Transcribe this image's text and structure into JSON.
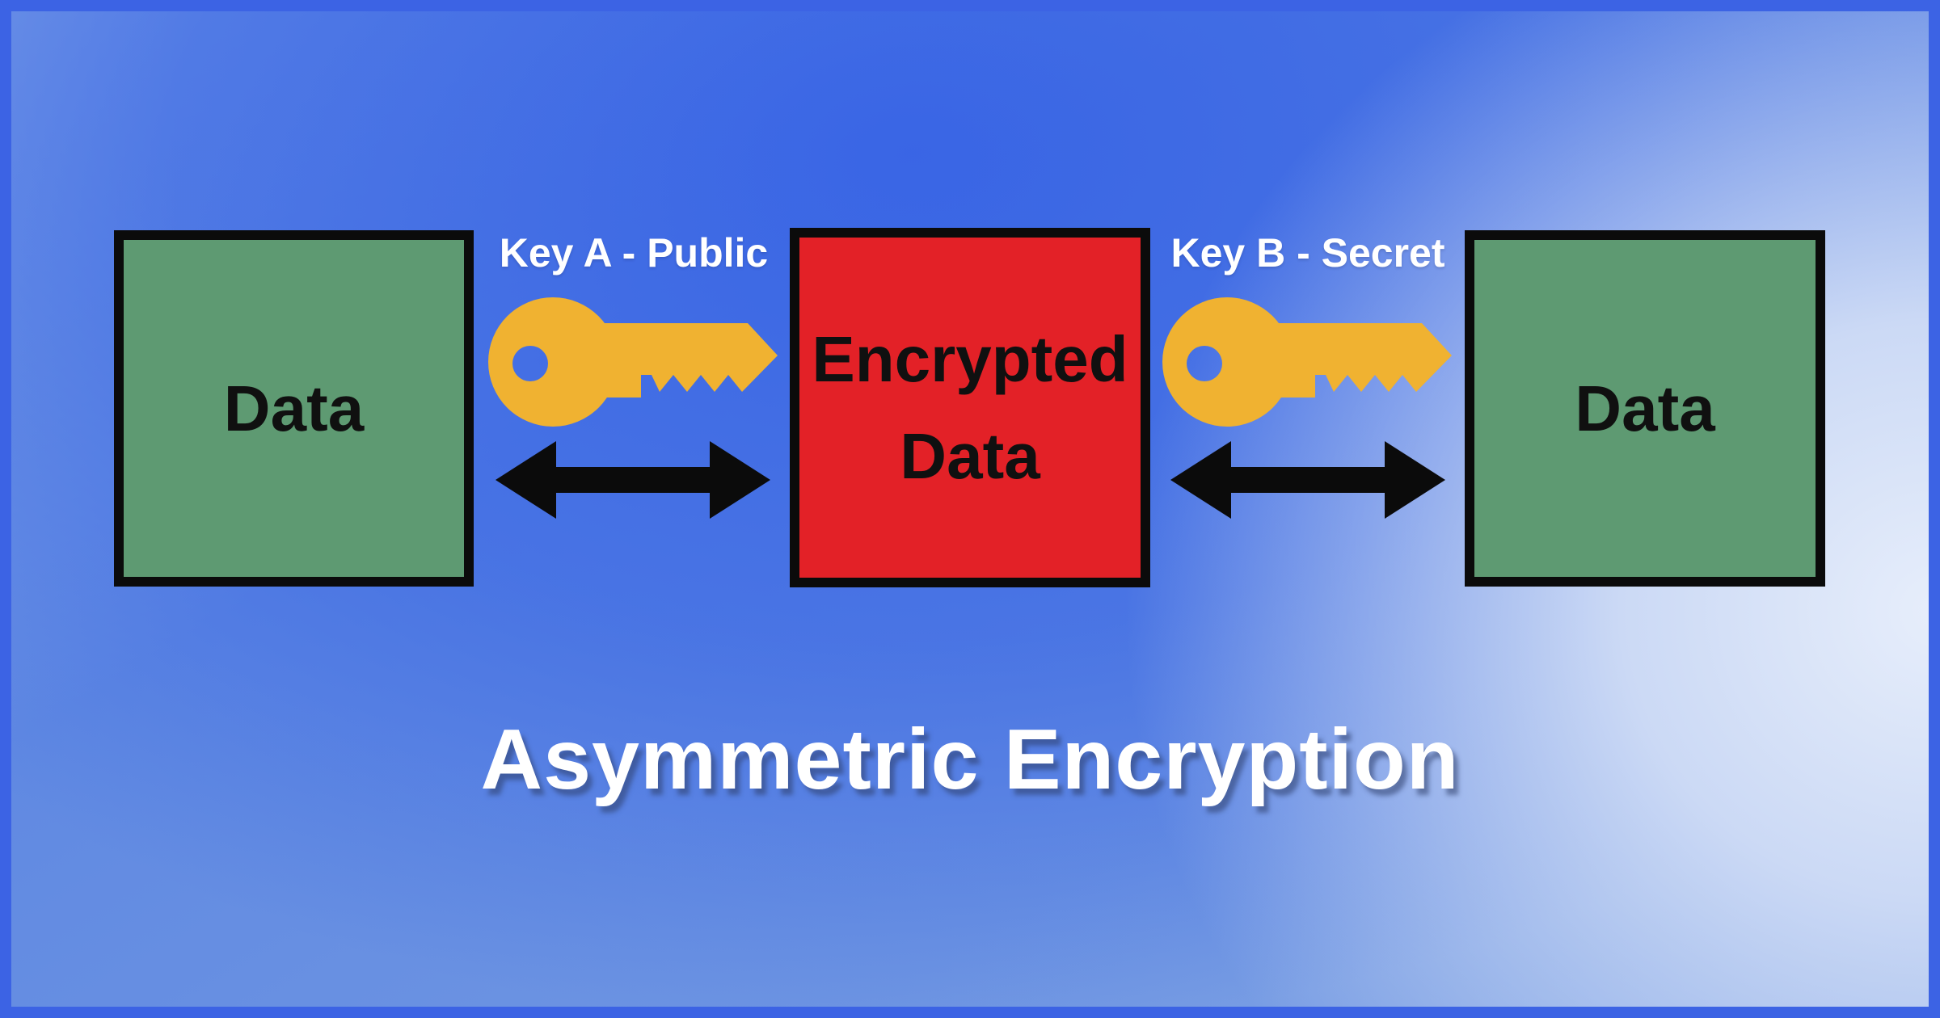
{
  "diagram": {
    "title": "Asymmetric Encryption",
    "boxes": [
      {
        "id": "data-left",
        "label": "Data",
        "fill": "#5E9A72"
      },
      {
        "id": "encrypted-data",
        "label": "Encrypted Data",
        "fill": "#E32127"
      },
      {
        "id": "data-right",
        "label": "Data",
        "fill": "#5E9A72"
      }
    ],
    "key_labels": [
      {
        "id": "key-a",
        "label": "Key A - Public"
      },
      {
        "id": "key-b",
        "label": "Key B - Secret"
      }
    ],
    "icons": {
      "key_icon": "yellow-key",
      "arrow_icon": "black-double-headed-arrow"
    },
    "colors": {
      "key": "#F0B231",
      "arrow": "#0B0B0B",
      "frame_border": "#3C63E4",
      "box_border": "#0B0B0B",
      "title_text": "#FFFFFF",
      "key_label_text": "#FFFFFF",
      "box_text": "#101010",
      "background_deep": "#3C69E6",
      "background_light": "#E7EEFB"
    }
  }
}
